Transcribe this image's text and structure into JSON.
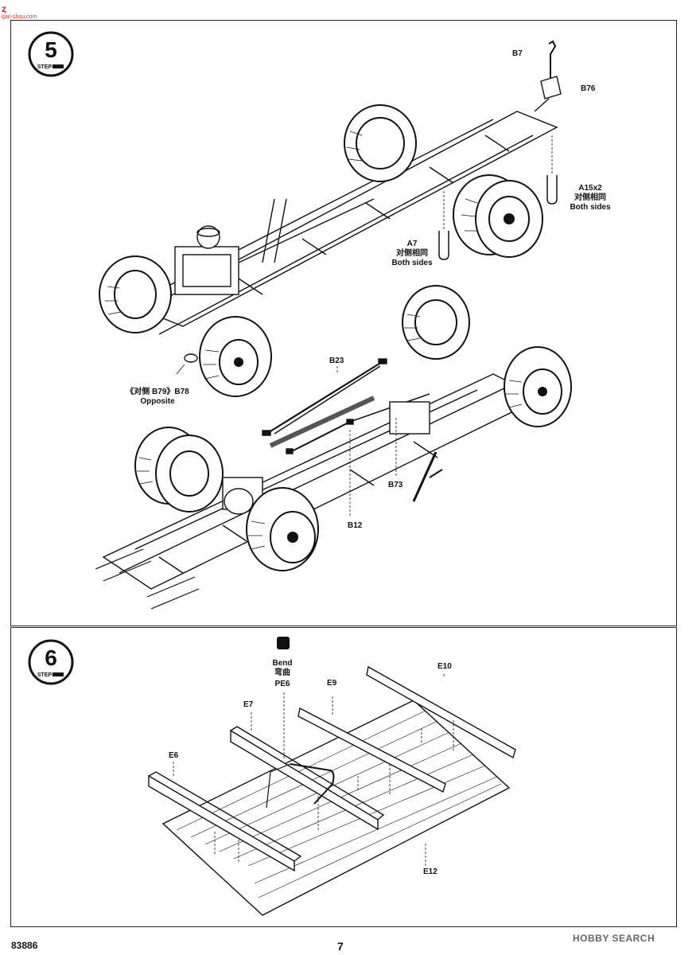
{
  "watermark_top": {
    "title": "ȥ",
    "subtitle": "gao-shou.com"
  },
  "watermark_bottom": "HOBBY SEARCH",
  "footer": {
    "code": "83886",
    "page": "7"
  },
  "step5": {
    "step_number": "5",
    "step_word": "STEP",
    "labels": {
      "b7": "B7",
      "b76": "B76",
      "a15x2": "A15x2",
      "a15_cn": "对侧相同",
      "a15_en": "Both sides",
      "a7": "A7",
      "a7_cn": "对侧相同",
      "a7_en": "Both sides",
      "b79": "《对侧 B79》B78",
      "opposite": "Opposite",
      "b23": "B23",
      "b73": "B73",
      "b12": "B12"
    }
  },
  "step6": {
    "step_number": "6",
    "step_word": "STEP",
    "labels": {
      "bend": "Bend",
      "bend_cn": "弯曲",
      "pe6": "PE6",
      "e7": "E7",
      "e9": "E9",
      "e10": "E10",
      "e6": "E6",
      "e12": "E12"
    }
  }
}
